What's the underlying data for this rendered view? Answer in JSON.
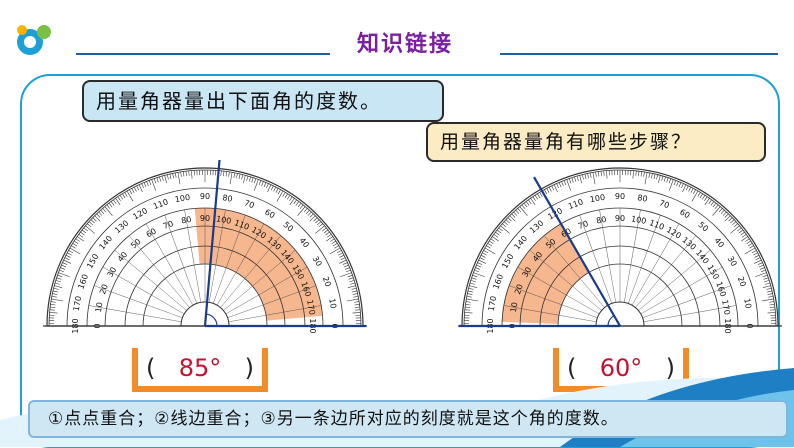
{
  "header": {
    "title": "知识链接"
  },
  "prompt": {
    "text": "用量角器量出下面角的度数。"
  },
  "question": {
    "text": "用量角器量角有哪些步骤？"
  },
  "protractor_scale": {
    "outer_labels": [
      "0",
      "10",
      "20",
      "30",
      "40",
      "50",
      "60",
      "70",
      "80",
      "90",
      "100",
      "110",
      "120",
      "130",
      "140",
      "150",
      "160",
      "170",
      "180"
    ],
    "inner_labels": [
      "180",
      "170",
      "160",
      "150",
      "140",
      "130",
      "120",
      "110",
      "100",
      "90",
      "80",
      "70",
      "60",
      "50",
      "40",
      "30",
      "20",
      "10",
      "0"
    ]
  },
  "answers": [
    {
      "open": "(",
      "value": "85°",
      "close": ")"
    },
    {
      "open": "(",
      "value": "60°",
      "close": ")"
    }
  ],
  "footer": {
    "text": "①点点重合；②线边重合；③另一条边所对应的刻度就是这个角的度数。"
  },
  "colors": {
    "accent": "#1e9fd6",
    "title": "#7b1fa2",
    "highlight": "#f4a97a",
    "answer": "#c8102e"
  }
}
